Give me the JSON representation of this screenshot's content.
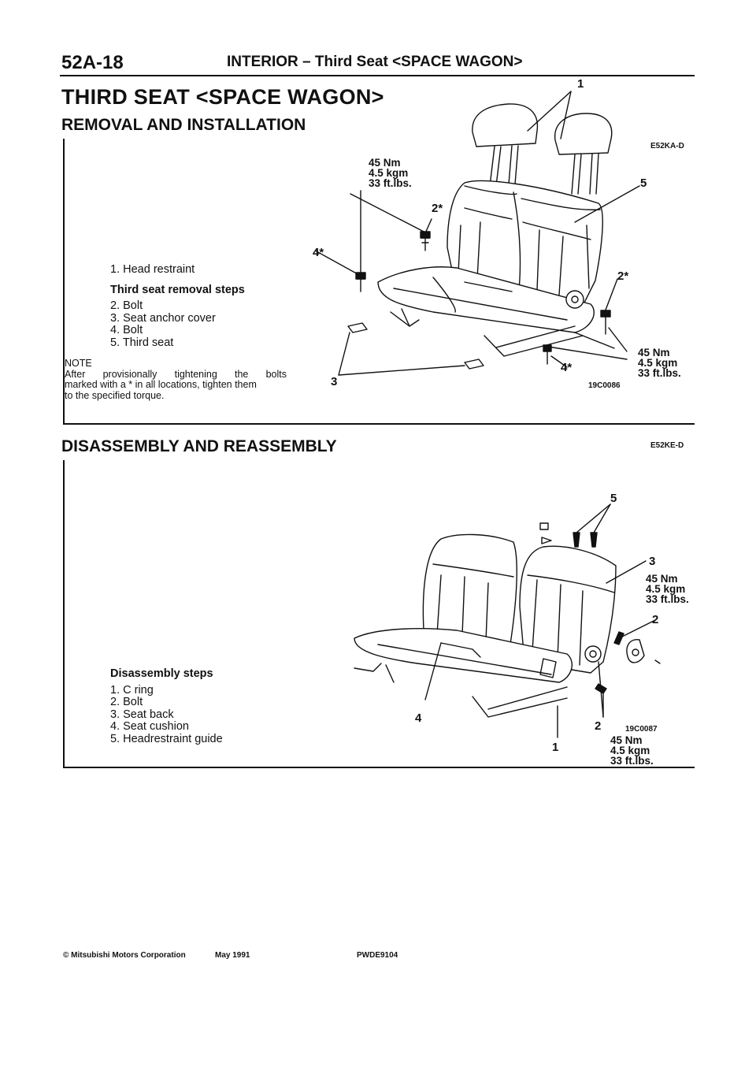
{
  "header": {
    "page_number": "52A-18",
    "section_title": "INTERIOR – Third Seat <SPACE WAGON>"
  },
  "title": "THIRD SEAT <SPACE WAGON>",
  "removal": {
    "heading": "REMOVAL AND INSTALLATION",
    "code": "E52KA-D",
    "item1": "1. Head restraint",
    "steps_title": "Third seat removal steps",
    "steps": [
      "2. Bolt",
      "3. Seat anchor cover",
      "4. Bolt",
      "5. Third seat"
    ],
    "note_label": "NOTE",
    "note_lines": [
      "After provisionally tightening the bolts",
      "marked with a * in all locations, tighten them",
      "to the specified torque."
    ],
    "torque_top": [
      "45 Nm",
      "4.5 kgm",
      "33 ft.lbs."
    ],
    "torque_right": [
      "45 Nm",
      "4.5 kgm",
      "33 ft.lbs."
    ],
    "labels": {
      "one": "1",
      "five": "5",
      "two_top": "2*",
      "four_left": "4*",
      "two_right": "2*",
      "three": "3",
      "four_bottom": "4*"
    },
    "figure_code": "19C0086"
  },
  "disassembly": {
    "heading": "DISASSEMBLY AND REASSEMBLY",
    "code": "E52KE-D",
    "steps_title": "Disassembly steps",
    "steps": [
      "1. C ring",
      "2. Bolt",
      "3. Seat back",
      "4. Seat cushion",
      "5. Headrestraint guide"
    ],
    "torque_right": [
      "45 Nm",
      "4.5 kgm",
      "33 ft.lbs."
    ],
    "torque_bottom": [
      "45 Nm",
      "4.5 kgm",
      "33 ft.lbs."
    ],
    "labels": {
      "five": "5",
      "three": "3",
      "two_right": "2",
      "four": "4",
      "two_bottom": "2",
      "one": "1"
    },
    "figure_code": "19C0087"
  },
  "footer": {
    "copyright": "© Mitsubishi Motors Corporation",
    "date": "May 1991",
    "doc_code": "PWDE9104"
  }
}
